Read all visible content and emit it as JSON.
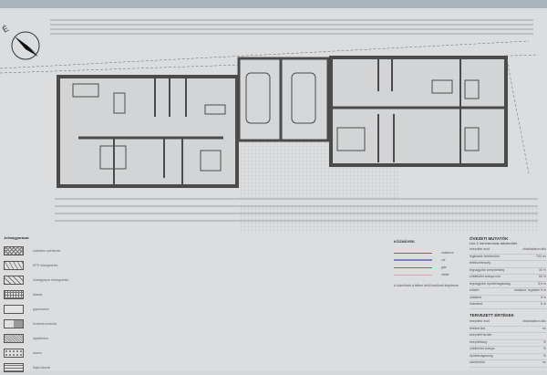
{
  "drawing": {
    "north_label": "É",
    "legend": {
      "title": "Jelmagyarázat",
      "items": [
        {
          "label": "vasbeton szerkezet",
          "pattern": "cross"
        },
        {
          "label": "EPS hőszigetelés",
          "pattern": "zigzag"
        },
        {
          "label": "kőzetgyapot hőszigetelés",
          "pattern": "diag"
        },
        {
          "label": "falazat",
          "pattern": "grid"
        },
        {
          "label": "gipszkarton",
          "pattern": "plain"
        },
        {
          "label": "kerámia burkolat",
          "pattern": "half"
        },
        {
          "label": "aljzatbeton",
          "pattern": "fine"
        },
        {
          "label": "kavics",
          "pattern": "dots"
        },
        {
          "label": "tégla falazat",
          "pattern": "brick"
        }
      ]
    },
    "utilities": {
      "title": "KÖZMŰVEK",
      "lines": [
        {
          "label": "csatorna",
          "color": "#9c5a63"
        },
        {
          "label": "víz",
          "color": "#7f7fc8"
        },
        {
          "label": "gáz",
          "color": "#c0525c"
        },
        {
          "label": "elektr.",
          "color": "#d9a9b0"
        }
      ],
      "note": "A közművek a telken belül kerülnek kiépítésre"
    },
    "zoning": {
      "title": "ÖVEZETI MUTATÓK",
      "subtitle": "Lke-1 kertvárosias lakóterület",
      "rows": [
        {
          "label": "beépítési mód",
          "value": "oldalhatáron álló"
        },
        {
          "label": "legkisebb telekterület",
          "value": "700 m²"
        },
        {
          "label": "telekszélesség",
          "value": ""
        },
        {
          "label": "legnagyobb beépítettség",
          "value": "30 %"
        },
        {
          "label": "zöldfelület aránya min.",
          "value": "50 %"
        },
        {
          "label": "legnagyobb épületmagasság",
          "value": "5,5 m"
        },
        {
          "label": "előkert",
          "value": "kialakult, legalább 5 m"
        },
        {
          "label": "oldalkert",
          "value": "5 m"
        },
        {
          "label": "hátsókert",
          "value": "6 m"
        }
      ]
    },
    "planned": {
      "title": "TERVEZETT ÉRTÉKEK",
      "rows": [
        {
          "label": "beépítési mód",
          "value": "oldalhatáron álló"
        },
        {
          "label": "telekterület",
          "value": "m²"
        },
        {
          "label": "beépített terület",
          "value": ""
        },
        {
          "label": "beépítettség",
          "value": "%"
        },
        {
          "label": "zöldfelület aránya",
          "value": "%"
        },
        {
          "label": "épületmagasság",
          "value": "%"
        },
        {
          "label": "szintterület",
          "value": "m²"
        }
      ]
    }
  }
}
